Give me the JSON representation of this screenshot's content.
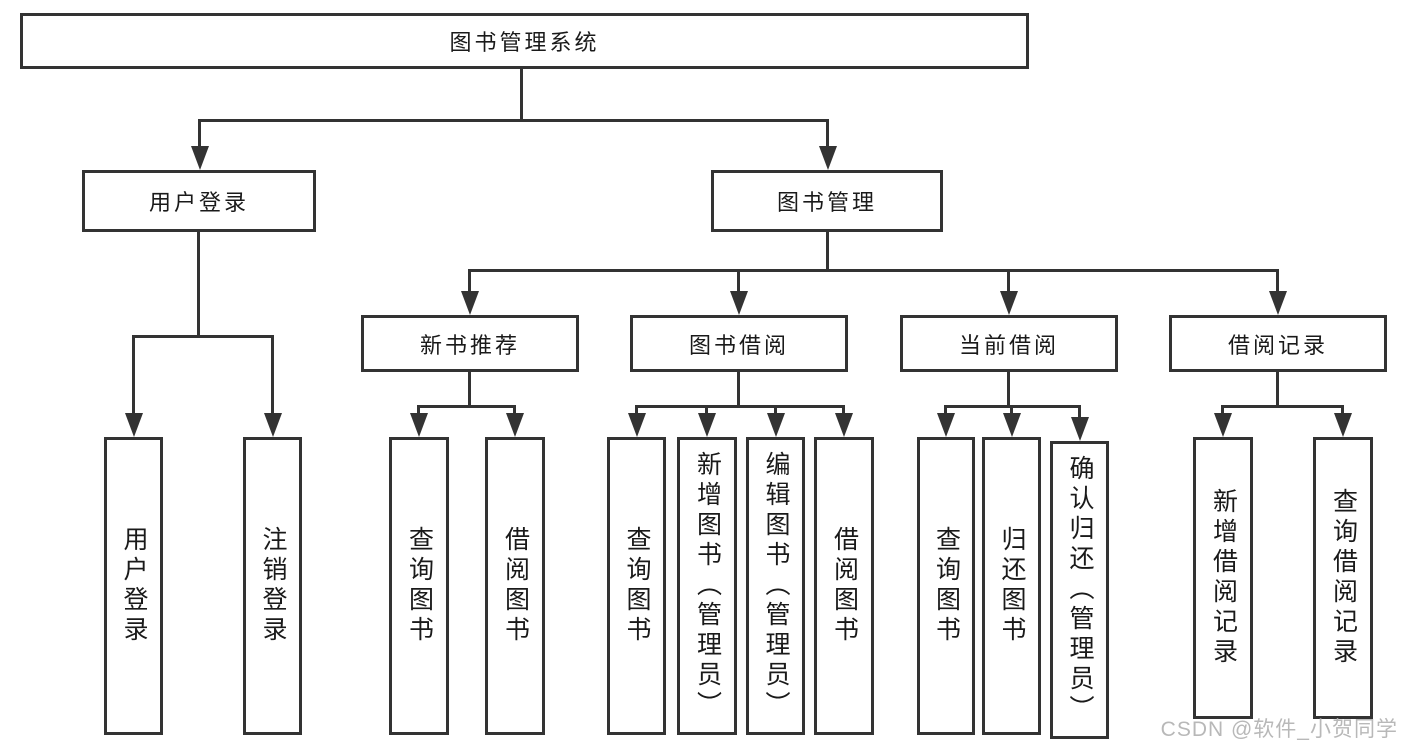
{
  "colors": {
    "line": "#333333",
    "text": "#1a1a1a",
    "watermark": "#b8b8b8",
    "background": "#ffffff"
  },
  "watermark": "CSDN @软件_小贺同学",
  "tree": {
    "label": "图书管理系统",
    "children": [
      {
        "label": "用户登录",
        "children": [
          {
            "label": "用户登录"
          },
          {
            "label": "注销登录"
          }
        ]
      },
      {
        "label": "图书管理",
        "children": [
          {
            "label": "新书推荐",
            "children": [
              {
                "label": "查询图书"
              },
              {
                "label": "借阅图书"
              }
            ]
          },
          {
            "label": "图书借阅",
            "children": [
              {
                "label": "查询图书"
              },
              {
                "label": "新增图书（管理员）"
              },
              {
                "label": "编辑图书（管理员）"
              },
              {
                "label": "借阅图书"
              }
            ]
          },
          {
            "label": "当前借阅",
            "children": [
              {
                "label": "查询图书"
              },
              {
                "label": "归还图书"
              },
              {
                "label": "确认归还（管理员）"
              }
            ]
          },
          {
            "label": "借阅记录",
            "children": [
              {
                "label": "新增借阅记录"
              },
              {
                "label": "查询借阅记录"
              }
            ]
          }
        ]
      }
    ]
  }
}
